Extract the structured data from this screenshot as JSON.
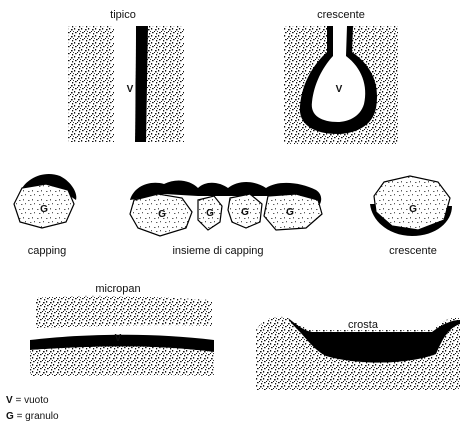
{
  "panels": {
    "tipico": {
      "title": "tipico",
      "void_label": "V"
    },
    "crescente_top": {
      "title": "crescente",
      "void_label": "V"
    },
    "capping": {
      "caption": "capping",
      "grain_label": "G"
    },
    "insieme": {
      "caption": "insieme di capping",
      "grain_labels": [
        "G",
        "G",
        "G",
        "G"
      ]
    },
    "crescente_grain": {
      "caption": "crescente",
      "grain_label": "G"
    },
    "micropan": {
      "title": "micropan",
      "void_label": "V"
    },
    "crosta": {
      "title": "crosta"
    }
  },
  "legend": {
    "items": [
      {
        "key": "V",
        "text": "= vuoto"
      },
      {
        "key": "G",
        "text": "= granulo"
      }
    ]
  }
}
